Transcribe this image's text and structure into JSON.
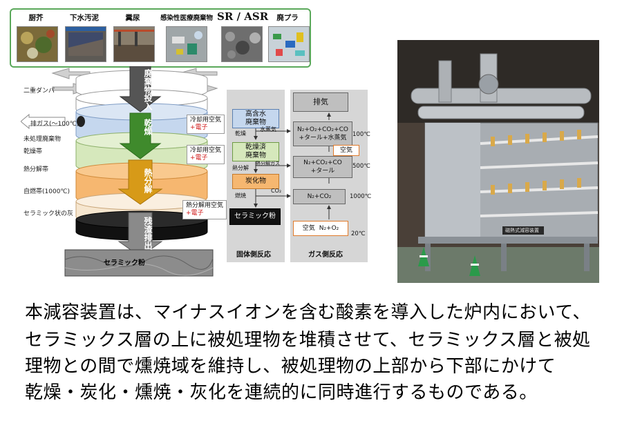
{
  "waste_types": [
    "厨芥",
    "下水汚泥",
    "糞尿",
    "感染性医療廃棄物",
    "SR / ASR",
    "廃プラ"
  ],
  "stack": {
    "arrow_labels": [
      "廃棄物投入",
      "乾燥",
      "熱分解",
      "残渣排出"
    ],
    "left_labels": [
      "二重ダンパ",
      "排ガス(～100℃)",
      "未処理廃棄物",
      "乾燥帯",
      "熱分解帯",
      "自燃帯(1000℃)",
      "セラミック状の灰"
    ],
    "notes": [
      {
        "line1": "冷却用空気",
        "line2": "+電子"
      },
      {
        "line1": "冷却用空気",
        "line2": "+電子"
      },
      {
        "line1": "熱分解用空気",
        "line2": "+電子"
      }
    ],
    "ash_label": "セラミック粉"
  },
  "process": {
    "solid": {
      "boxes": [
        "高含水",
        "廃棄物",
        "乾燥済",
        "廃棄物",
        "炭化物",
        "セラミック粉"
      ],
      "steps": [
        "乾燥",
        "熱分解",
        "燃焼"
      ],
      "side_labels": [
        "水蒸気",
        "熱分解ガス",
        "CO₂"
      ],
      "footer": "固体側反応"
    },
    "gas": {
      "exhaust": "排気",
      "box1": [
        "N₂+O₂+CO₂+CO",
        "+タール+水蒸気"
      ],
      "box2": [
        "N₂+CO₂+CO",
        "+タール"
      ],
      "box3": "N₂+CO₂",
      "air_in": "空気",
      "air_in_formula": "N₂+O₂",
      "side_air": "空気",
      "temps": [
        "100℃",
        "500℃",
        "1000℃",
        "20℃"
      ],
      "footer": "ガス側反応"
    }
  },
  "photo": {
    "nameplate": "磁熱式減容装置"
  },
  "description": [
    "本減容装置は、マイナスイオンを含む酸素を導入した炉内において、",
    "セラミックス層の上に被処理物を堆積させて、セラミックス層と被処",
    "理物との間で燻焼域を維持し、被処理物の上部から下部にかけて",
    "乾燥・炭化・燻焼・灰化を連続的に同時進行するものである。"
  ],
  "colors": {
    "frame_green": "#5aa85a",
    "electron_red": "#d01818",
    "dry_blue": "#c5d7ee",
    "dry_green": "#d6e8bc",
    "pyrolysis_orange": "#f6b770"
  }
}
